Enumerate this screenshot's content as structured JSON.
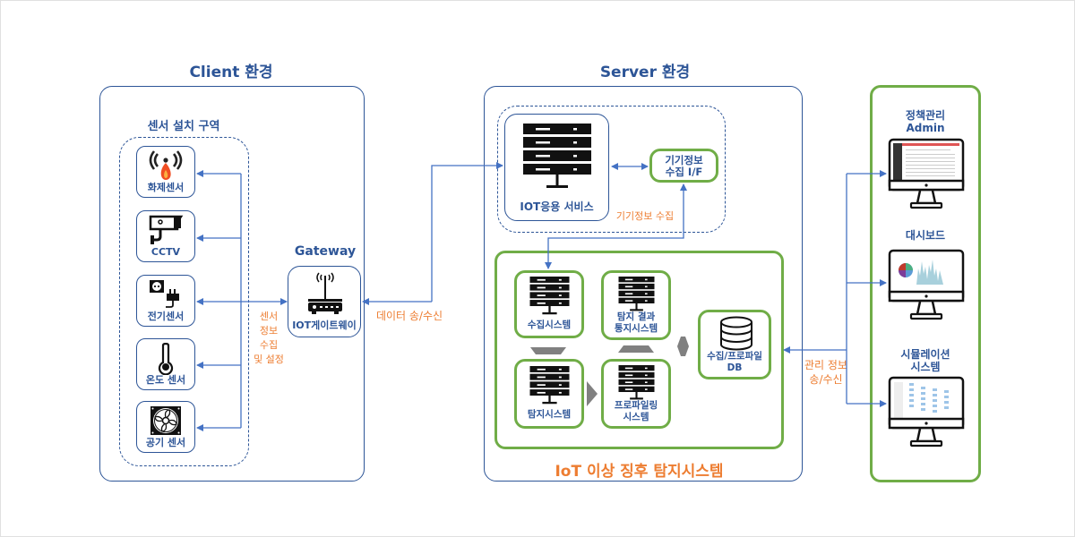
{
  "client": {
    "title": "Client 환경",
    "zone_title": "센서 설치 구역",
    "sensors": [
      {
        "label": "화제센서",
        "icon": "fire-sensor-icon"
      },
      {
        "label": "CCTV",
        "icon": "cctv-icon"
      },
      {
        "label": "전기센서",
        "icon": "electric-plug-icon"
      },
      {
        "label": "온도 센서",
        "icon": "thermometer-icon"
      },
      {
        "label": "공기 센서",
        "icon": "fan-icon"
      }
    ],
    "sensor_link_label": [
      "센서",
      "정보",
      "수집",
      "및 설정"
    ],
    "gateway": {
      "title": "Gateway",
      "label": "IOT게이트웨이",
      "icon": "router-icon"
    }
  },
  "link_gateway_server": "데이터 송/수신",
  "server": {
    "title": "Server 환경",
    "app_service": {
      "label": "IOT응용 서비스",
      "icon": "server-rack-icon"
    },
    "device_if": {
      "line1": "기기정보",
      "line2": "수집 I/F"
    },
    "device_collect_label": "기기정보 수집",
    "detection": {
      "title": "IoT 이상 징후 탐지시스템",
      "nodes": [
        {
          "id": "collect",
          "label": "수집시스템"
        },
        {
          "id": "notify",
          "line1": "탐지 결과",
          "line2": "통지시스템"
        },
        {
          "id": "detect",
          "label": "탐지시스템"
        },
        {
          "id": "profile",
          "line1": "프로파일링",
          "line2": "시스템"
        }
      ],
      "db": {
        "line1": "수집/프로파일",
        "line2": "DB",
        "icon": "database-icon"
      }
    }
  },
  "mgmt_link_label": [
    "관리 정보",
    "송/수신"
  ],
  "admin_panel": {
    "items": [
      {
        "line1": "정책관리",
        "line2": "Admin",
        "icon": "admin-monitor-icon"
      },
      {
        "line1": "대시보드",
        "line2": "",
        "icon": "dashboard-monitor-icon"
      },
      {
        "line1": "시뮬레이션",
        "line2": "시스템",
        "icon": "simulation-monitor-icon"
      }
    ]
  },
  "colors": {
    "navy": "#2d5597",
    "green": "#70ad47",
    "orange": "#ed7d31",
    "arrow": "#4472c4",
    "gray_arrow": "#808080"
  }
}
